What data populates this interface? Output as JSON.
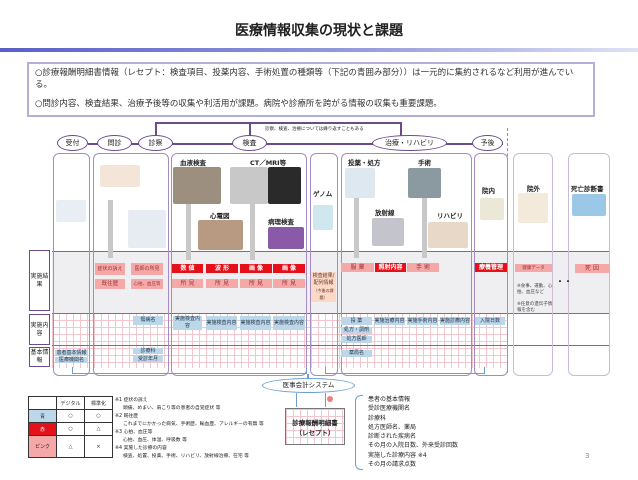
{
  "title": "医療情報収集の現状と課題",
  "intro": {
    "p1": "○診療報酬明細書情報（レセプト：検査項目、投薬内容、手術処置の種類等（下記の青囲み部分））は一元的に集約されるなど利用が進んでいる。",
    "p2": "○問診内容、検査結果、治療予後等の収集や利活用が課題。病院や診療所を跨がる情報の収集も重要課題。"
  },
  "flow": {
    "note": "診察、検査、治療については繰り返すこともある",
    "stages": [
      "受付",
      "問診",
      "診察",
      "検査",
      "治療・リハビリ",
      "予後"
    ]
  },
  "row_labels": [
    "実施結果",
    "実施内容",
    "基本情報"
  ],
  "captions": {
    "blood": "血液検査",
    "ct": "CT／MRI等",
    "ecg": "心電図",
    "patho": "病理検査",
    "genome": "ゲノム",
    "med": "投薬・処方",
    "surgery": "手術",
    "radiation": "放射線",
    "rehab": "リハビリ",
    "inpatient": "院内",
    "outpatient": "院外",
    "death": "死亡診断書"
  },
  "results": {
    "symptom": "症状の訴え",
    "symptom_ref": "※1",
    "history": "既往歴",
    "history_ref": "※2",
    "doctor": "医師の所見",
    "vitals": "心拍、血圧等",
    "vitals_ref": "※3",
    "numeric": "数 値",
    "wave": "波 形",
    "image1": "画 像",
    "image2": "画 像",
    "finding": "所 見",
    "genome": "検査結果/配列情報",
    "genome_sub": "（今後の課題）",
    "medication": "服 薬",
    "irradiation": "照射内容",
    "surgery": "手 術",
    "care": "療養管理",
    "health": "健康データ",
    "health_note1": "※食事、運動、心拍、血圧など",
    "health_note2": "※任意の遺伝子情報を含む",
    "cause": "死 因",
    "dots": "・・"
  },
  "contents": {
    "disease": "傷病名",
    "exam": "実施検査内容",
    "drug": "投 薬",
    "treat": "実施治療内容",
    "surg": "実施手術内容",
    "care": "実施診療内容",
    "dispense": "処方・調剤",
    "doctor": "処方医師",
    "pharmacy": "薬局名",
    "days": "入院日数"
  },
  "basic": {
    "patient": "患者基本情報",
    "facility": "医療機関名",
    "dept": "診療科",
    "month": "受診年月"
  },
  "accounting": "医事会計システム",
  "receipt": {
    "line1": "診療報酬明細書",
    "line2": "（レセプト）"
  },
  "receipt_items": [
    "患者の基本情報",
    "受診医療機関名",
    "診療科",
    "処方医師名、薬局",
    "診断された疾病名",
    "その月の入院日数、外来受診回数",
    "実施した診療内容 ※4",
    "その月の請求点数"
  ],
  "legend": {
    "headers": [
      "",
      "デジタル",
      "標準化"
    ],
    "rows": [
      [
        "青",
        "○",
        "○"
      ],
      [
        "赤",
        "○",
        "△"
      ],
      [
        "ピンク",
        "△",
        "×"
      ]
    ]
  },
  "colors": {
    "blue": "#bcd6ea",
    "red": "#e4101a",
    "pink": "#f5a8a8"
  },
  "notes": [
    "※1 症状の訴え",
    "頭痛、めまい、肩こり等の患者の自覚症状 等",
    "※2 既往歴",
    "これまでにかかった病気、手術歴、輸血歴、アレルギーの有無 等",
    "※3 心拍、血圧等",
    "心拍、血圧、体温、呼吸数 等",
    "※4 実施した診療の内容",
    "検査、処置、投薬、手術、リハビリ、放射線治療、在宅 等"
  ],
  "page_number": "3"
}
